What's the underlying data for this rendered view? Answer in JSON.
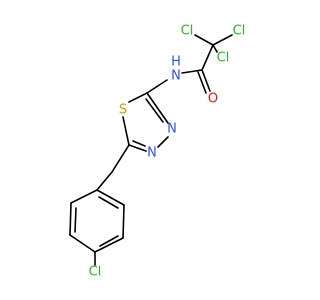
{
  "molecule": {
    "atoms": {
      "cl1": {
        "label": "Cl",
        "color": "#22bb22"
      },
      "cl2": {
        "label": "Cl",
        "color": "#22bb22"
      },
      "cl3": {
        "label": "Cl",
        "color": "#22bb22"
      },
      "n_amide": {
        "label": "N",
        "color": "#3050f8"
      },
      "h_amide": {
        "label": "H",
        "color": "#3050f8"
      },
      "o": {
        "label": "O",
        "color": "#ff0d0d"
      },
      "s": {
        "label": "S",
        "color": "#c8a000"
      },
      "n_ring1": {
        "label": "N",
        "color": "#3050f8"
      },
      "n_ring2": {
        "label": "N",
        "color": "#3050f8"
      },
      "cl_aryl": {
        "label": "Cl",
        "color": "#22bb22"
      }
    }
  }
}
